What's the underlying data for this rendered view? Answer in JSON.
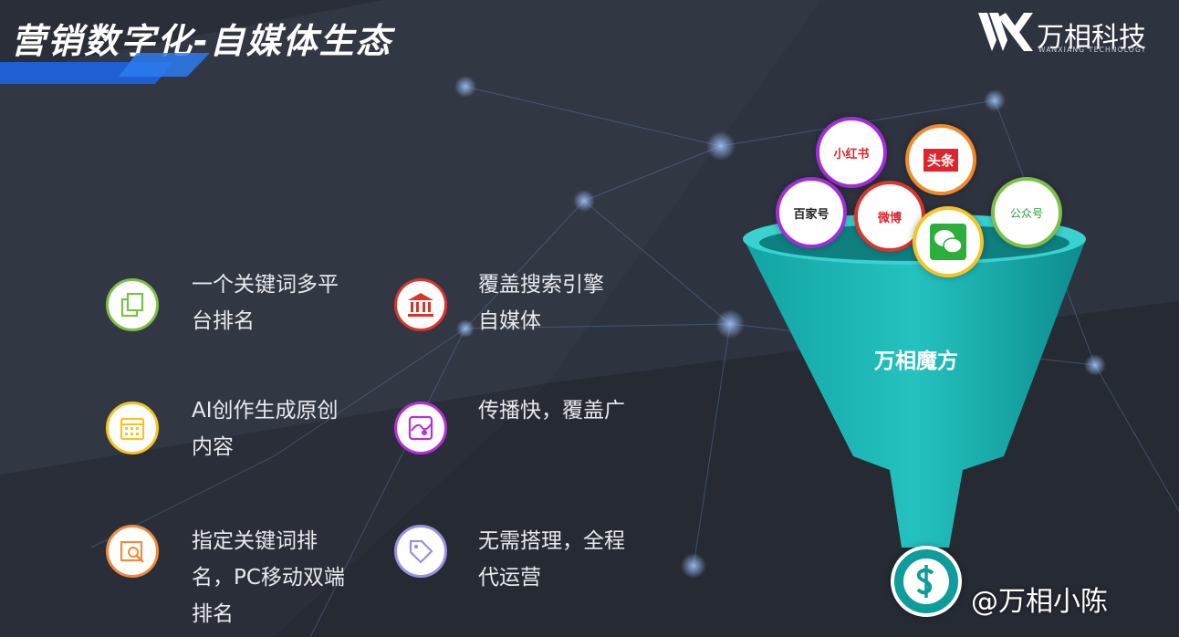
{
  "header": {
    "title": "营销数字化-自媒体生态",
    "logo_name": "万相科技",
    "logo_sub": "WANXIANG TECHNOLOGY"
  },
  "features": [
    {
      "text": "一个关键词多平台排名",
      "icon": "copy-icon",
      "color": "#7cc04a"
    },
    {
      "text": "覆盖搜索引擎自媒体",
      "icon": "bank-icon",
      "color": "#d9352c"
    },
    {
      "text": "AI创作生成原创内容",
      "icon": "calendar-icon",
      "color": "#f6c324"
    },
    {
      "text": "传播快，覆盖广",
      "icon": "map-icon",
      "color": "#b82fd8"
    },
    {
      "text": "指定关键词排名，PC移动双端排名",
      "icon": "image-search-icon",
      "color": "#f08a3c"
    },
    {
      "text": "无需搭理，全程代运营",
      "icon": "tag-icon",
      "color": "#9b8fe0"
    }
  ],
  "funnel": {
    "label": "万相魔方",
    "color": "#19b2b0"
  },
  "platforms": [
    {
      "name": "小红书",
      "icon": "xiaohongshu-icon"
    },
    {
      "name": "头条",
      "icon": "toutiao-icon"
    },
    {
      "name": "百家号",
      "icon": "baijiahao-icon"
    },
    {
      "name": "微博",
      "icon": "weibo-icon"
    },
    {
      "name": "微信",
      "icon": "wechat-icon"
    },
    {
      "name": "公众号",
      "icon": "gongzhonghao-icon"
    }
  ],
  "watermark": "@万相小陈"
}
